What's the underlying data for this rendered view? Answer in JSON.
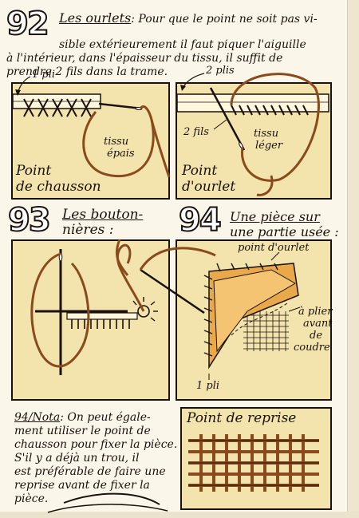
{
  "section92": {
    "number": "92",
    "title": "Les ourlets",
    "line1": ": Pour que le point ne soit pas vi-",
    "line2": "sible extérieurement il faut piquer l'aiguille",
    "line3": "à l'intérieur, dans l'épaisseur du tissu, il suffit de",
    "line4": "prendre 2 fils dans la trame.",
    "left_panel": {
      "top_label": "1 pli",
      "fabric_label_1": "tissu",
      "fabric_label_2": "épais",
      "caption_1": "Point",
      "caption_2": "de chausson"
    },
    "right_panel": {
      "top_label": "2 plis",
      "threads_label": "2 fils",
      "fabric_label_1": "tissu",
      "fabric_label_2": "léger",
      "caption_1": "Point",
      "caption_2": "d'ourlet"
    }
  },
  "section93": {
    "number": "93",
    "title_1": "Les bouton-",
    "title_2": "nières :"
  },
  "section94": {
    "number": "94",
    "title_1": "Une pièce sur",
    "title_2": "une partie usée :",
    "label_hem": "point d'ourlet",
    "label_fold_1": "à plier",
    "label_fold_2": "avant",
    "label_fold_3": "de",
    "label_fold_4": "coudre",
    "label_ply": "1 pli"
  },
  "nota": {
    "prefix": "94/Nota",
    "line1": ": On peut égale-",
    "line2": "ment utiliser le point de",
    "line3": "chausson pour fixer la pièce.",
    "line4": "S'il y a déjà un trou, il",
    "line5": "est préférable de faire une",
    "line6": "reprise avant de fixer la",
    "line7": "pièce."
  },
  "darning": {
    "caption": "Point de reprise"
  },
  "colors": {
    "panel_fill": "#f3e3ad",
    "ink": "#1a120c",
    "thread": "#8a4a1c",
    "patch": "#e9a94b",
    "page": "#fbf6ea"
  }
}
